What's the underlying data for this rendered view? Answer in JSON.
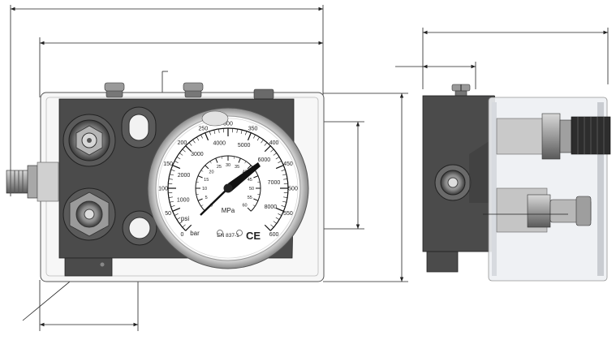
{
  "gauge": {
    "scale_bar": [
      "0",
      "50",
      "100",
      "150",
      "200",
      "250",
      "300",
      "350",
      "400",
      "450",
      "500",
      "550",
      "600"
    ],
    "scale_psi": [
      "1000",
      "2000",
      "3000",
      "4000",
      "5000",
      "6000",
      "7000",
      "8000"
    ],
    "scale_mpa": [
      "0",
      "5",
      "10",
      "15",
      "20",
      "25",
      "30",
      "35",
      "40",
      "45",
      "50",
      "55",
      "60"
    ],
    "mpa_unit": "MPa",
    "psi_unit": "psi",
    "bar_unit": "bar",
    "standard": "EN 837-1",
    "ce_mark": "CE"
  },
  "colors": {
    "block_body": "#4b4b4b",
    "frame": "#f7f7f7",
    "dimension_line": "#222222",
    "glass": "#eef0f3"
  }
}
